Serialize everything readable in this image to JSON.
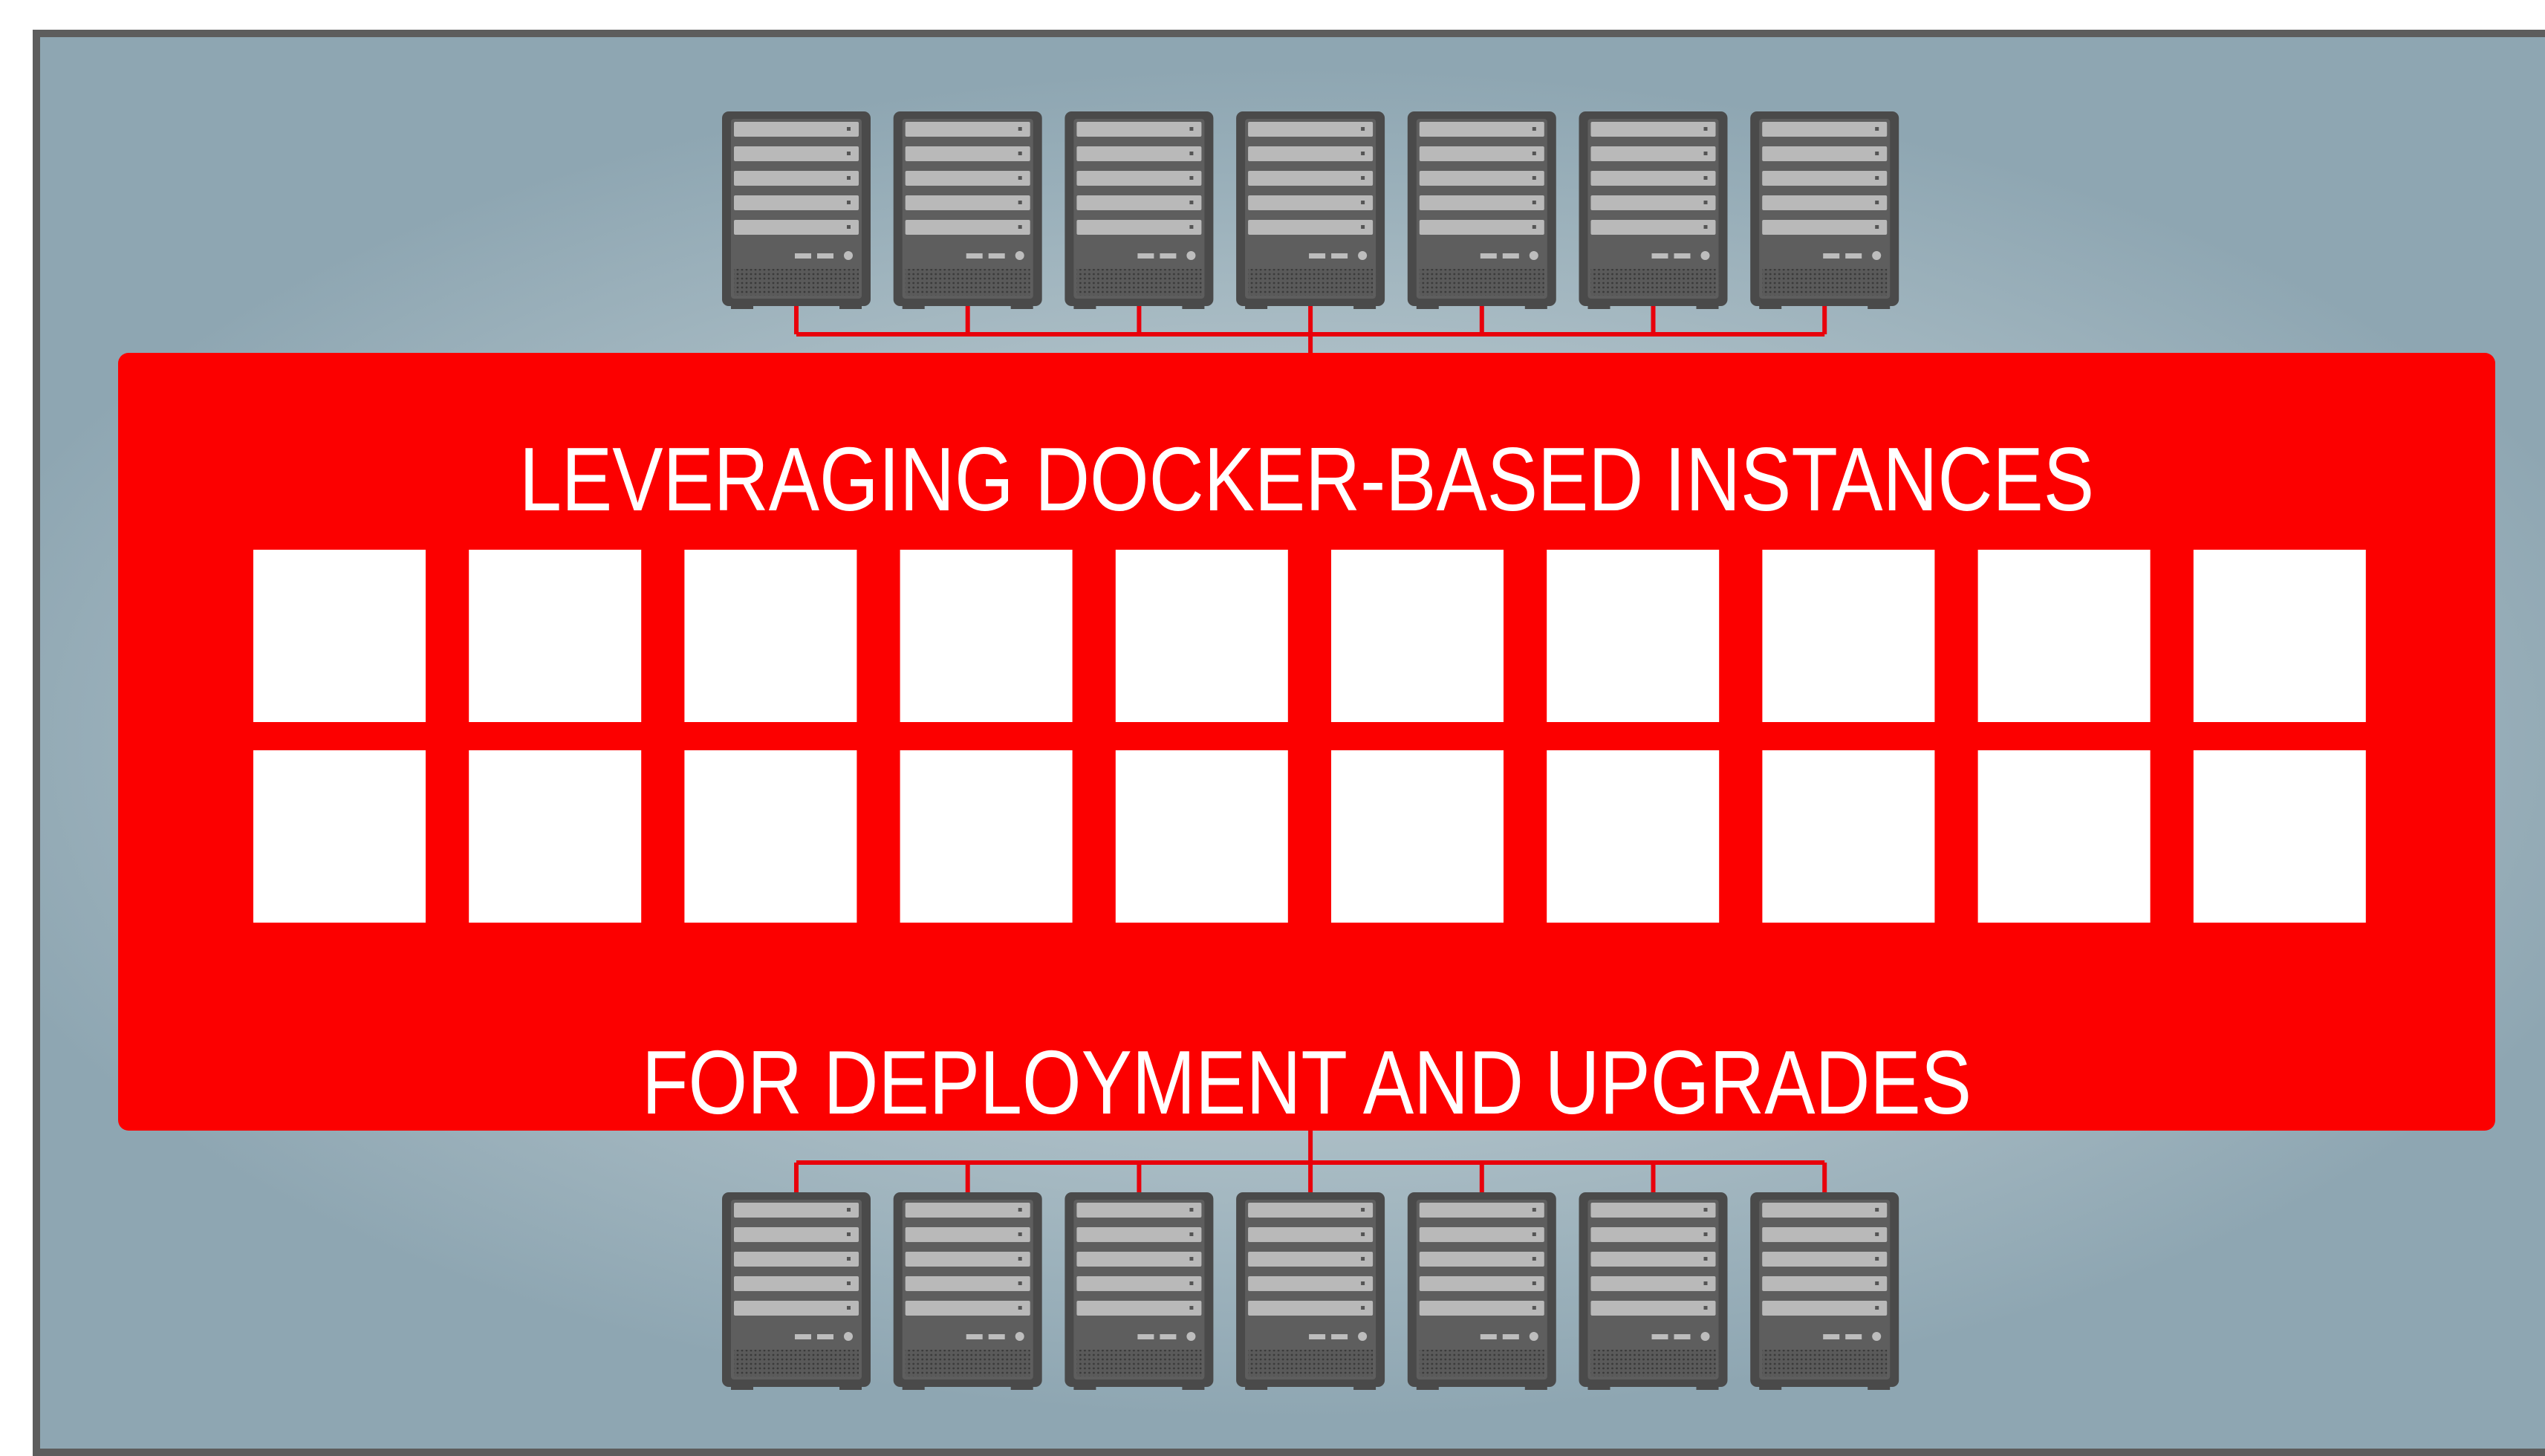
{
  "banner": {
    "title": "LEVERAGING DOCKER-BASED INSTANCES",
    "subtitle": "FOR DEPLOYMENT AND UPGRADES",
    "rows": 2,
    "columns": 10
  },
  "servers": {
    "top_count": 7,
    "bottom_count": 7
  },
  "colors": {
    "banner_red": "#fc0000",
    "connector_red": "#e8000b",
    "server_body": "#4a4a4a",
    "server_bay": "#b7b7b7",
    "frame_border": "#5d5d5d",
    "instance_box": "#ffffff"
  },
  "icons": {
    "server": "server-tower-icon",
    "instance": "container-instance-icon"
  }
}
